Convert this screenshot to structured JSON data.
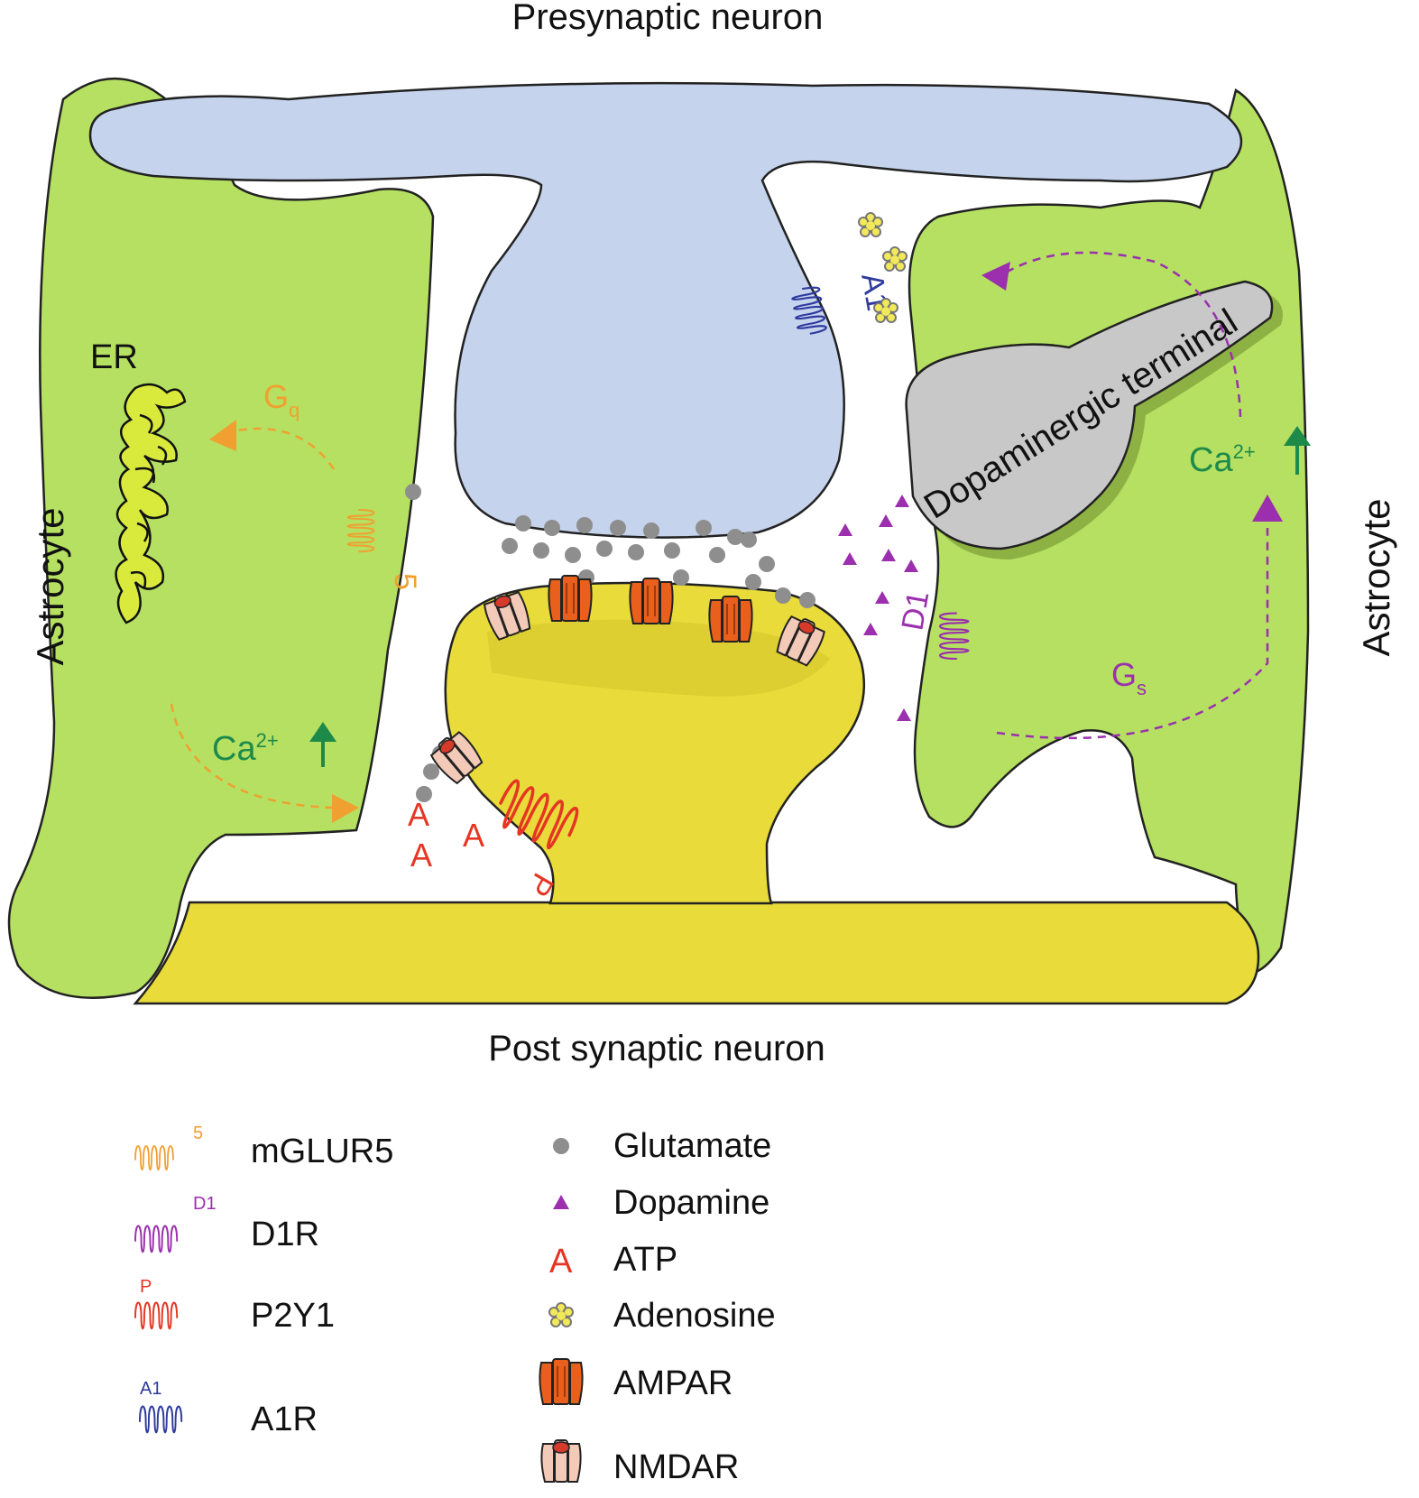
{
  "labels": {
    "presynaptic": "Presynaptic neuron",
    "postsynaptic": "Post synaptic neuron",
    "astrocyte_left": "Astrocyte",
    "astrocyte_right": "Astrocyte",
    "er": "ER",
    "dopaminergic": "Dopaminergic terminal",
    "gq_main": "G",
    "gq_sub": "q",
    "gs_main": "G",
    "gs_sub": "s",
    "ca": "Ca",
    "ca_sup": "2+",
    "mglur_tag": "5",
    "d1_tag": "D1",
    "a1_tag": "A1",
    "p_tag": "P",
    "atp_mark": "A"
  },
  "legend": {
    "left": [
      {
        "icon": "mglur5-icon",
        "tag": "5",
        "label": "mGLUR5",
        "color": "#F0A030"
      },
      {
        "icon": "d1r-icon",
        "tag": "D1",
        "label": "D1R",
        "color": "#9B2FAE"
      },
      {
        "icon": "p2y1-icon",
        "tag": "P",
        "label": "P2Y1",
        "color": "#E63522"
      },
      {
        "icon": "a1r-icon",
        "tag": "A1",
        "label": "A1R",
        "color": "#2E3A9E"
      }
    ],
    "right": [
      {
        "icon": "glutamate-icon",
        "symbol": "",
        "label": "Glutamate"
      },
      {
        "icon": "dopamine-icon",
        "symbol": "",
        "label": "Dopamine"
      },
      {
        "icon": "atp-icon",
        "symbol": "A",
        "label": "ATP"
      },
      {
        "icon": "adenosine-icon",
        "symbol": "",
        "label": "Adenosine"
      },
      {
        "icon": "ampar-icon",
        "symbol": "",
        "label": "AMPAR"
      },
      {
        "icon": "nmdar-icon",
        "symbol": "",
        "label": "NMDAR"
      }
    ]
  },
  "colors": {
    "astrocyte": "#B5E061",
    "presynaptic": "#C5D3EC",
    "postsynaptic": "#E8DB3A",
    "dopaminergic": "#C8C8C8",
    "mglur5": "#F0A030",
    "d1r": "#9B2FAE",
    "p2y1": "#E63522",
    "a1r": "#2E3A9E",
    "calcium": "#1E8A4A",
    "glutamate": "#8E8E8E",
    "ampar": "#E8601C",
    "nmdar": "#F3C9B8"
  }
}
